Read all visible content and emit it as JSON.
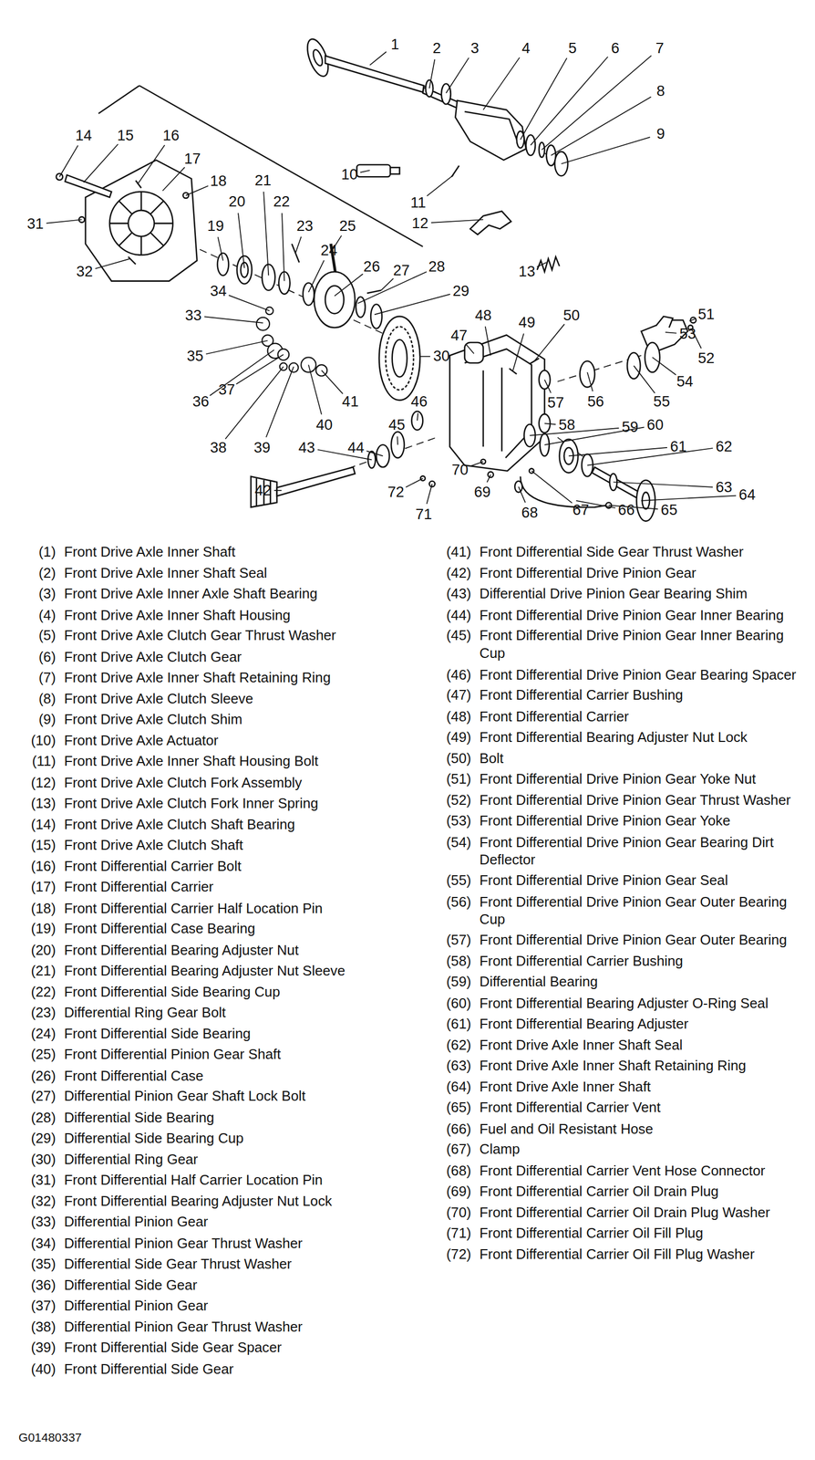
{
  "diagram": {
    "labels": [
      "1",
      "2",
      "3",
      "4",
      "5",
      "6",
      "7",
      "8",
      "9",
      "10",
      "11",
      "12",
      "13",
      "14",
      "15",
      "16",
      "17",
      "18",
      "19",
      "20",
      "21",
      "22",
      "23",
      "24",
      "25",
      "26",
      "27",
      "28",
      "29",
      "30",
      "31",
      "32",
      "33",
      "34",
      "35",
      "36",
      "37",
      "38",
      "39",
      "40",
      "41",
      "42",
      "43",
      "44",
      "45",
      "46",
      "47",
      "48",
      "49",
      "50",
      "51",
      "52",
      "53",
      "54",
      "55",
      "56",
      "57",
      "58",
      "59",
      "60",
      "61",
      "62",
      "63",
      "64",
      "65",
      "66",
      "67",
      "68",
      "69",
      "70",
      "71",
      "72",
      "(1)",
      "Front Drive Axle Inner Shaft",
      "(2)",
      "Front Drive Axle Inner Shaft Seal",
      "(3)",
      "Front Drive Axle Inner Axle Shaft Bearing",
      "(4)",
      "Front Drive Axle Inner Shaft Housing",
      "(5)",
      "Front Drive Axle Clutch Gear Thrust Washer",
      "(6)",
      "Front Drive Axle Clutch Gear",
      "(7)",
      "Front Drive Axle Inner Shaft Retaining Ring",
      "(8)",
      "Front Drive Axle Clutch Sleeve",
      "(9)",
      "Front Drive Axle Clutch Shim",
      "(10)",
      "Front Drive Axle Actuator",
      "(11)",
      "Front Drive Axle Inner Shaft Housing Bolt",
      "(12)",
      "Front Drive Axle Clutch Fork Assembly",
      "(13)",
      "Front Drive Axle Clutch Fork Inner Spring",
      "(14)",
      "Front Drive Axle Clutch Shaft Bearing",
      "(15)",
      "Front Drive Axle Clutch Shaft",
      "(16)",
      "Front Differential Carrier Bolt",
      "(17)",
      "Front Differential Carrier",
      "(18)",
      "Front Differential Carrier Half Location Pin",
      "(19)",
      "Front Differential Case Bearing",
      "(20)",
      "Front Differential Bearing Adjuster Nut",
      "(21)",
      "Front Differential Bearing Adjuster Nut Sleeve",
      "(22)",
      "Front Differential Side Bearing Cup",
      "(23)",
      "Differential Ring Gear Bolt",
      "(24)",
      "Front Differential Side Bearing",
      "(25)",
      "Front Differential Pinion Gear Shaft",
      "(26)",
      "Front Differential Case",
      "(27)",
      "Differential Pinion Gear Shaft Lock Bolt",
      "(28)",
      "Differential Side Bearing",
      "(29)",
      "Differential Side Bearing Cup",
      "(30)",
      "Differential Ring Gear",
      "(31)",
      "Front Differential Half Carrier Location Pin",
      "(32)",
      "Front Differential Bearing Adjuster Nut Lock",
      "(33)",
      "Differential Pinion Gear",
      "(34)",
      "Differential Pinion Gear Thrust Washer",
      "(35)",
      "Differential Side Gear Thrust Washer",
      "(36)",
      "Differential Side Gear",
      "(37)",
      "Differential Pinion Gear",
      "(38)",
      "Differential Pinion Gear Thrust Washer",
      "(39)",
      "Front Differential Side Gear Spacer",
      "(40)",
      "Front Differential Side Gear",
      "(41)",
      "Front Differential Side Gear Thrust Washer",
      "(42)",
      "Front Differential Drive Pinion Gear",
      "(43)",
      "Differential Drive Pinion Gear Bearing Shim",
      "(44)",
      "Front Differential Drive Pinion Gear Inner Bearing",
      "(45)",
      "Front Differential Drive Pinion Gear Inner Bearing Cup",
      "(46)",
      "Front Differential Drive Pinion Gear Bearing Spacer",
      "(47)",
      "Front Differential Carrier Bushing",
      "(48)",
      "Front Differential Carrier",
      "(49)",
      "Front Differential Bearing Adjuster Nut Lock",
      "(50)",
      "Bolt",
      "(51)",
      "Front Differential Drive Pinion Gear Yoke Nut",
      "(52)",
      "Front Differential Drive Pinion Gear Thrust Washer",
      "(53)",
      "Front Differential Drive Pinion Gear Yoke",
      "(54)",
      "Front Differential Drive Pinion Gear Bearing Dirt Deflector",
      "(55)",
      "Front Differential Drive Pinion Gear Seal",
      "(56)",
      "Front Differential Drive Pinion Gear Outer Bearing Cup",
      "(57)",
      "Front Differential Drive Pinion Gear Outer Bearing",
      "(58)",
      "Front Differential Carrier Bushing",
      "(59)",
      "Differential Bearing",
      "(60)",
      "Front Differential Bearing Adjuster O-Ring Seal",
      "(61)",
      "Front Differential Bearing Adjuster",
      "(62)",
      "Front Drive Axle Inner Shaft Seal",
      "(63)",
      "Front Drive Axle Inner Shaft Retaining Ring",
      "(64)",
      "Front Drive Axle Inner Shaft",
      "(65)",
      "Front Differential Carrier Vent",
      "(66)",
      "Fuel and Oil Resistant Hose",
      "(67)",
      "Clamp",
      "(68)",
      "Front Differential Carrier Vent Hose Connector",
      "(69)",
      "Front Differential Carrier Oil Drain Plug",
      "(70)",
      "Front Differential Carrier Oil Drain Plug Washer",
      "(71)",
      "Front Differential Carrier Oil Fill Plug",
      "(72)",
      "Front Differential Carrier Oil Fill Plug Washer",
      "G01480337"
    ]
  }
}
